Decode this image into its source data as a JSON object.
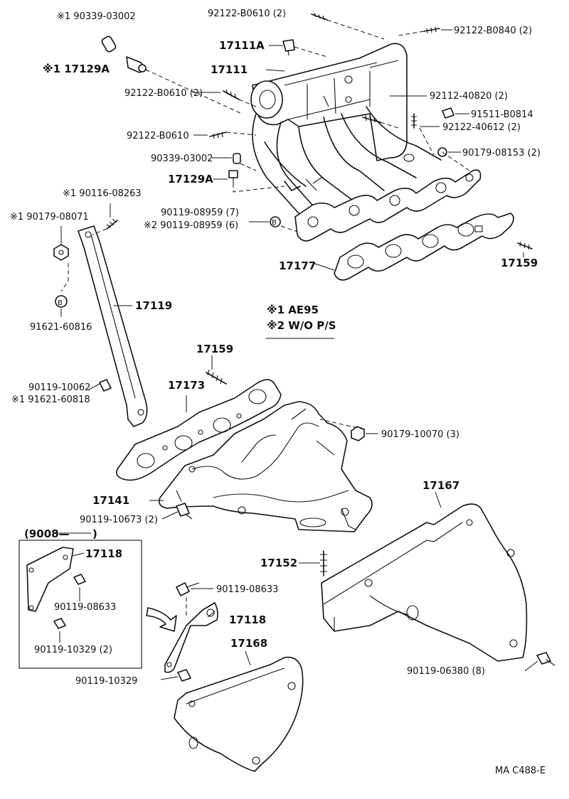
{
  "labels": {
    "p90339_top": "※1 90339-03002",
    "p17129A_top": "※1 17129A",
    "p92122_b0610_2a": "92122-B0610 (2)",
    "p92122_b0840": "92122-B0840 (2)",
    "p17111A": "17111A",
    "p17111": "17111",
    "p92122_b0610_2b": "92122-B0610 (2)",
    "p92112_40820": "92112-40820 (2)",
    "p91511_b0814": "91511-B0814",
    "p92122_40612": "92122-40612 (2)",
    "p92122_b0610": "92122-B0610",
    "p90339_mid": "90339-03002",
    "p90179_08153": "90179-08153 (2)",
    "p17129A_mid": "17129A",
    "p90116_08263": "※1 90116-08263",
    "p90179_08071": "※1 90179-08071",
    "p90119_08959_7": "90119-08959 (7)",
    "p90119_08959_6": "※2 90119-08959 (6)",
    "p17177": "17177",
    "p17159_a": "17159",
    "p17119": "17119",
    "p91621_60816": "91621-60816",
    "note1": "※1 AE95",
    "note2": "※2 W/O P/S",
    "p17159_b": "17159",
    "p17173": "17173",
    "p90119_10062": "90119-10062",
    "p91621_60818": "※1 91621-60818",
    "p90179_10070": "90179-10070 (3)",
    "p17167": "17167",
    "p17141": "17141",
    "p90119_10673": "90119-10673 (2)",
    "inset_title": "(9008—",
    "inset_close": ")",
    "p17118_inset": "17118",
    "p90119_08633_inset": "90119-08633",
    "p90119_10329_inset": "90119-10329 (2)",
    "p17152": "17152",
    "p90119_08633": "90119-08633",
    "p17118": "17118",
    "p17168": "17168",
    "p90119_10329": "90119-10329",
    "p90119_06380": "90119-06380 (8)",
    "b_mark": "B",
    "footer": "MA C488-E"
  }
}
